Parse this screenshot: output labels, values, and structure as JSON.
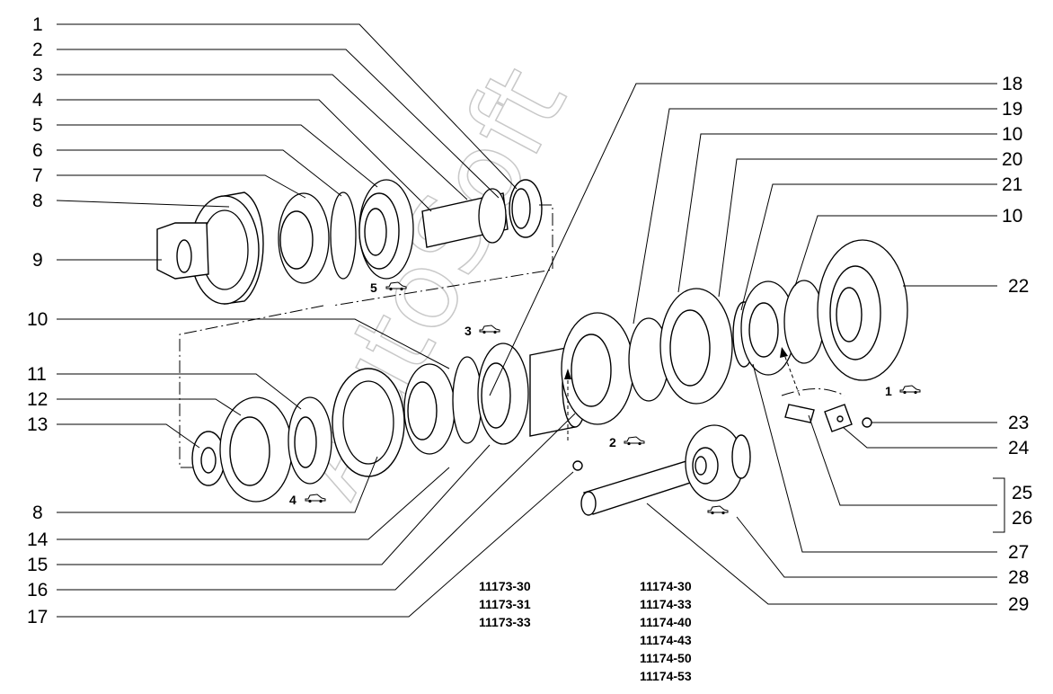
{
  "callouts": {
    "left": [
      "1",
      "2",
      "3",
      "4",
      "5",
      "6",
      "7",
      "8",
      "9",
      "10",
      "11",
      "12",
      "13",
      "8",
      "14",
      "15",
      "16",
      "17"
    ],
    "right": [
      "18",
      "19",
      "10",
      "20",
      "21",
      "10",
      "22",
      "23",
      "24",
      "25",
      "26",
      "27",
      "28",
      "29"
    ]
  },
  "gear_labels": [
    "5",
    "4",
    "3",
    "2",
    "1"
  ],
  "codes": {
    "col1": [
      "11173-30",
      "11173-31",
      "11173-33"
    ],
    "col2": [
      "11174-30",
      "11174-33",
      "11174-40",
      "11174-43",
      "11174-50",
      "11174-53"
    ]
  },
  "watermark": "AutoSoft",
  "icons": {
    "car": "car-silhouette-icon"
  }
}
